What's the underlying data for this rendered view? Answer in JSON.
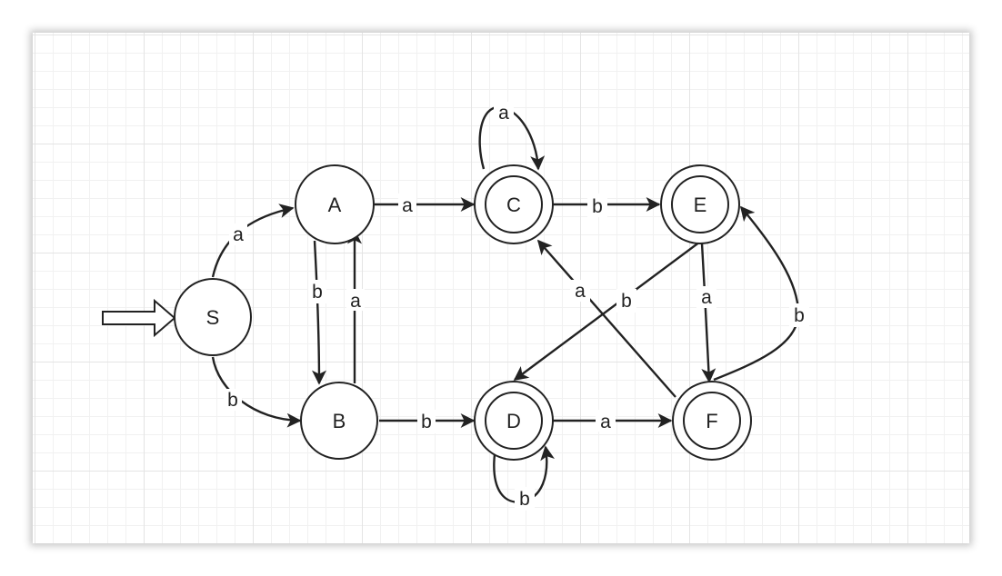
{
  "diagram": {
    "states": {
      "S": "S",
      "A": "A",
      "B": "B",
      "C": "C",
      "D": "D",
      "E": "E",
      "F": "F"
    },
    "transitions": [
      {
        "from": "S",
        "to": "A",
        "label": "a"
      },
      {
        "from": "S",
        "to": "B",
        "label": "b"
      },
      {
        "from": "A",
        "to": "B",
        "label": "b"
      },
      {
        "from": "B",
        "to": "A",
        "label": "a"
      },
      {
        "from": "A",
        "to": "C",
        "label": "a"
      },
      {
        "from": "B",
        "to": "D",
        "label": "b"
      },
      {
        "from": "C",
        "to": "C",
        "label": "a"
      },
      {
        "from": "C",
        "to": "E",
        "label": "b"
      },
      {
        "from": "D",
        "to": "D",
        "label": "b"
      },
      {
        "from": "D",
        "to": "F",
        "label": "a"
      },
      {
        "from": "E",
        "to": "D",
        "label": "b"
      },
      {
        "from": "E",
        "to": "F",
        "label": "a"
      },
      {
        "from": "F",
        "to": "C",
        "label": "a"
      },
      {
        "from": "F",
        "to": "E",
        "label": "b"
      }
    ],
    "start_state": "S",
    "accepting_states": [
      "C",
      "D",
      "E",
      "F"
    ]
  }
}
